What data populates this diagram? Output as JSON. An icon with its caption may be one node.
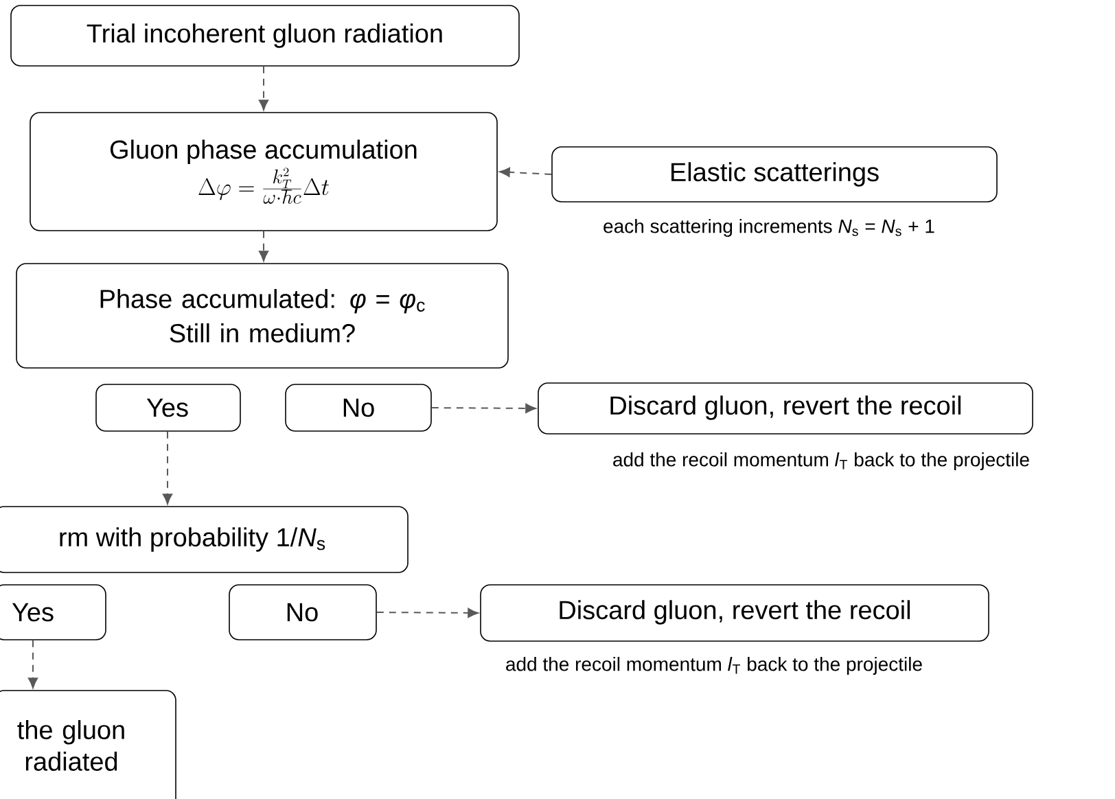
{
  "diagram": {
    "nodes": [
      {
        "text": [
          "Trial incoherent gluon radiation"
        ]
      },
      {
        "text": [
          "Gluon phase accumulation",
          "\\Delta\\varphi = \\frac{k_T^2}{\\omega\\cdot\\hbar c}\\Delta t"
        ]
      },
      {
        "text": [
          "Elastic scatterings"
        ],
        "beside": [
          "each scattering increments *N*$_{s}$ = *N*$_{s}$ + 1"
        ]
      },
      {
        "text": [
          "Phase accumulated: *φ* = *φ*$_{c}$",
          "Still in medium?"
        ]
      },
      {
        "text": [
          "Yes"
        ]
      },
      {
        "text": [
          "No"
        ]
      },
      {
        "text": [
          "Discard gluon, revert the recoil"
        ],
        "beside": [
          "add the recoil momentum *l*$_{T}$ back to the projectile"
        ]
      },
      {
        "text": [
          "rm with probability 1/*N*$_{s}$"
        ]
      },
      {
        "text": [
          "Yes"
        ]
      },
      {
        "text": [
          "No"
        ]
      },
      {
        "text": [
          "Discard gluon, revert the recoil"
        ],
        "beside": [
          "add the recoil momentum *l*$_{T}$ back to the projectile"
        ]
      },
      {
        "text": [
          "the gluon radiated"
        ]
      }
    ],
    "edges": [
      {
        "from": 0,
        "to": 1,
        "arrow": "to"
      },
      {
        "from": 2,
        "to": 1,
        "arrow": "to"
      },
      {
        "from": 1,
        "to": 3,
        "arrow": "to"
      },
      {
        "from": 5,
        "to": 6,
        "arrow": "to"
      },
      {
        "from": 4,
        "to": 7,
        "arrow": "to"
      },
      {
        "from": 9,
        "to": 10,
        "arrow": "to"
      },
      {
        "from": 8,
        "to": 11,
        "arrow": "to"
      }
    ]
  }
}
